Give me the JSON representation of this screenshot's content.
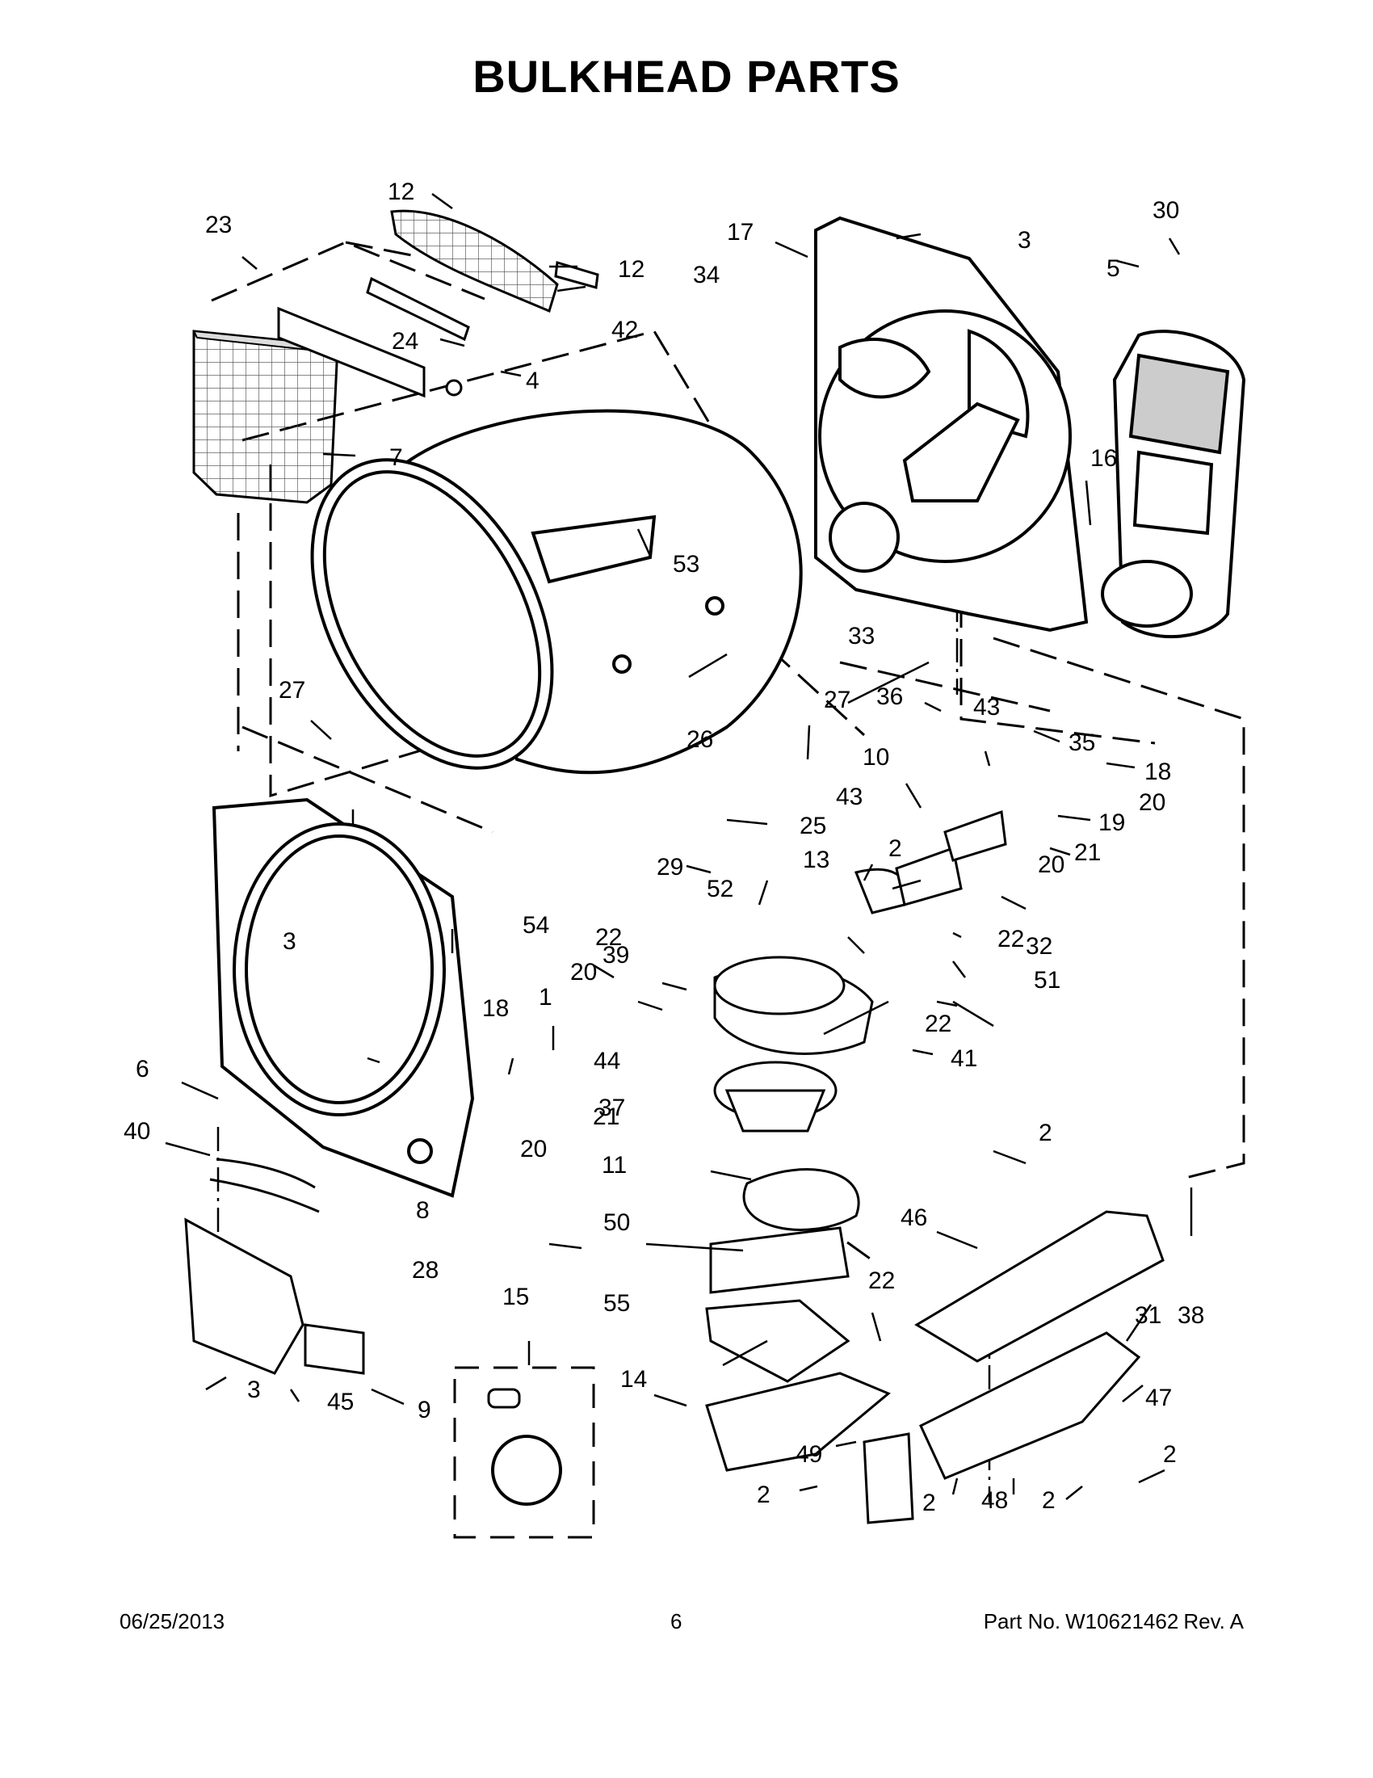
{
  "title": "BULKHEAD PARTS",
  "callouts": [
    "12",
    "23",
    "12",
    "34",
    "42",
    "24",
    "4",
    "7",
    "17",
    "3",
    "30",
    "5",
    "16",
    "53",
    "27",
    "26",
    "27",
    "33",
    "36",
    "43",
    "35",
    "18",
    "20",
    "10",
    "19",
    "43",
    "2",
    "21",
    "20",
    "25",
    "29",
    "13",
    "52",
    "32",
    "22",
    "22",
    "39",
    "51",
    "20",
    "54",
    "3",
    "18",
    "1",
    "44",
    "22",
    "41",
    "6",
    "37",
    "21",
    "20",
    "40",
    "11",
    "8",
    "28",
    "2",
    "50",
    "46",
    "55",
    "22",
    "31",
    "38",
    "15",
    "14",
    "3",
    "45",
    "9",
    "47",
    "49",
    "2",
    "2",
    "2",
    "48",
    "2"
  ],
  "footer": {
    "date": "06/25/2013",
    "page": "6",
    "part_label": "Part No.",
    "part_number": "W10621462",
    "revision": "Rev. A"
  }
}
